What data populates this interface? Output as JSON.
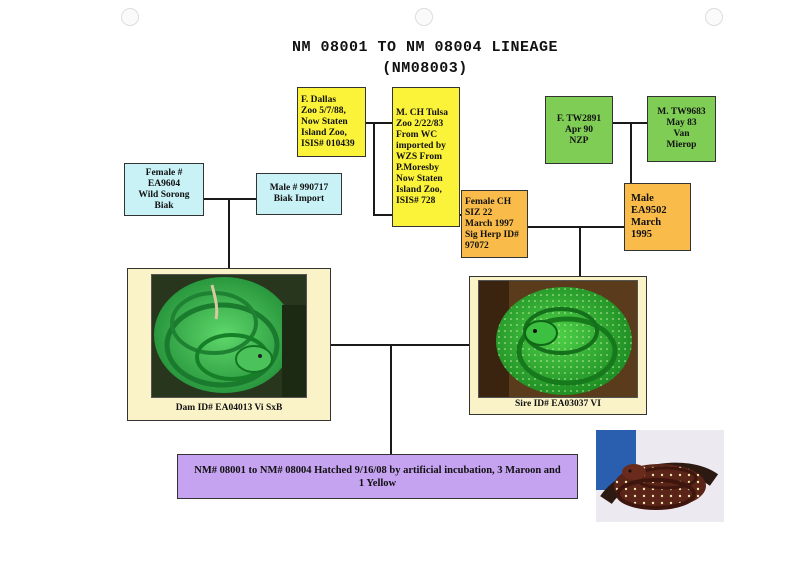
{
  "title": {
    "line1": "NM 08001 TO NM 08004 LINEAGE",
    "line2": "(NM08003)"
  },
  "boxes": {
    "f_dallas": "F. Dallas\nZoo 5/7/88,\nNow Staten\nIsland Zoo,\nISIS# 010439",
    "m_ch_tulsa": "M. CH Tulsa\nZoo 2/22/83\nFrom WC\nimported by\nWZS From\nP.Moresby\nNow Staten\nIsland Zoo,\nISIS# 728",
    "female_ea9604": "Female #\nEA9604\nWild Sorong\nBiak",
    "male_990717": "Male # 990717\nBiak Import",
    "female_ch_siz": "Female CH\nSIZ 22\nMarch 1997\nSig Herp ID#\n97072",
    "f_tw2891": "F. TW2891\nApr 90\nNZP",
    "m_tw9683": "M. TW9683\nMay 83\nVan\nMierop",
    "male_ea9502": "Male\nEA9502\nMarch\n1995"
  },
  "dam": {
    "caption": "Dam ID# EA04013 Vi SxB"
  },
  "sire": {
    "caption": "Sire ID# EA03037 VI"
  },
  "result": {
    "text": "NM# 08001 to NM# 08004 Hatched 9/16/08 by artificial incubation, 3 Maroon and 1 Yellow"
  },
  "colors": {
    "yellow": "#fbf23a",
    "cyan": "#c9f2f7",
    "green": "#7fcd55",
    "orange": "#f9bb4a",
    "cream": "#fbf3c8",
    "purple": "#c5a3f0"
  },
  "images": {
    "dam_photo": "coiled green tree python",
    "sire_photo": "coiled green tree python with speckles",
    "offspring_photo": "coiled maroon neonate python on branch"
  }
}
